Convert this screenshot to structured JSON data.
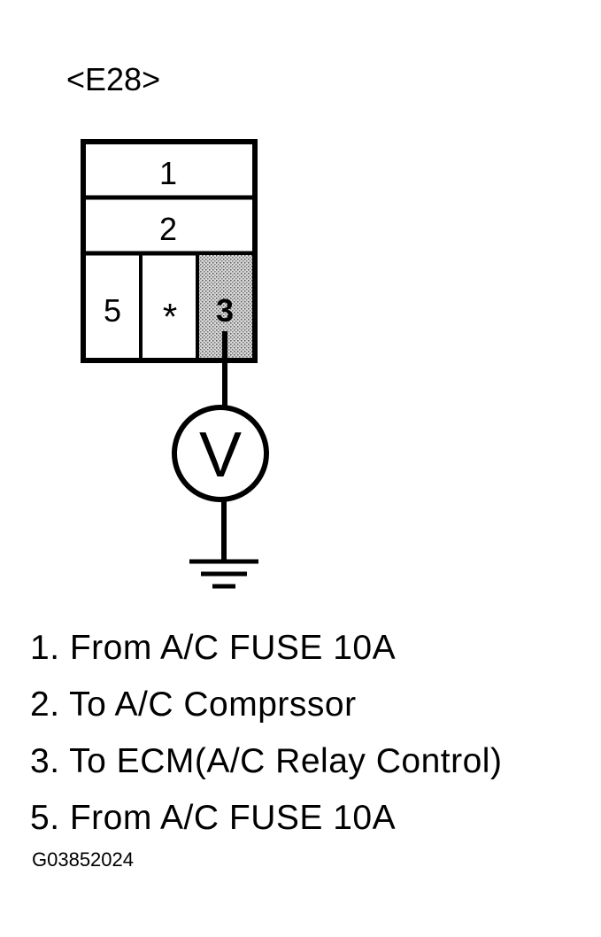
{
  "connector": {
    "label": "<E28>",
    "pins": {
      "pin1": "1",
      "pin2": "2",
      "pin5": "5",
      "pin_star": "*",
      "pin3": "3"
    },
    "highlighted_pin": "3",
    "meter_symbol": "V"
  },
  "legend": [
    "1. From A/C FUSE 10A",
    "2. To A/C Comprssor",
    "3. To ECM(A/C Relay Control)",
    "5. From A/C FUSE 10A"
  ],
  "figure_code": "G03852024",
  "colors": {
    "line": "#000000",
    "background": "#ffffff",
    "highlight": "#bdbdbd"
  }
}
